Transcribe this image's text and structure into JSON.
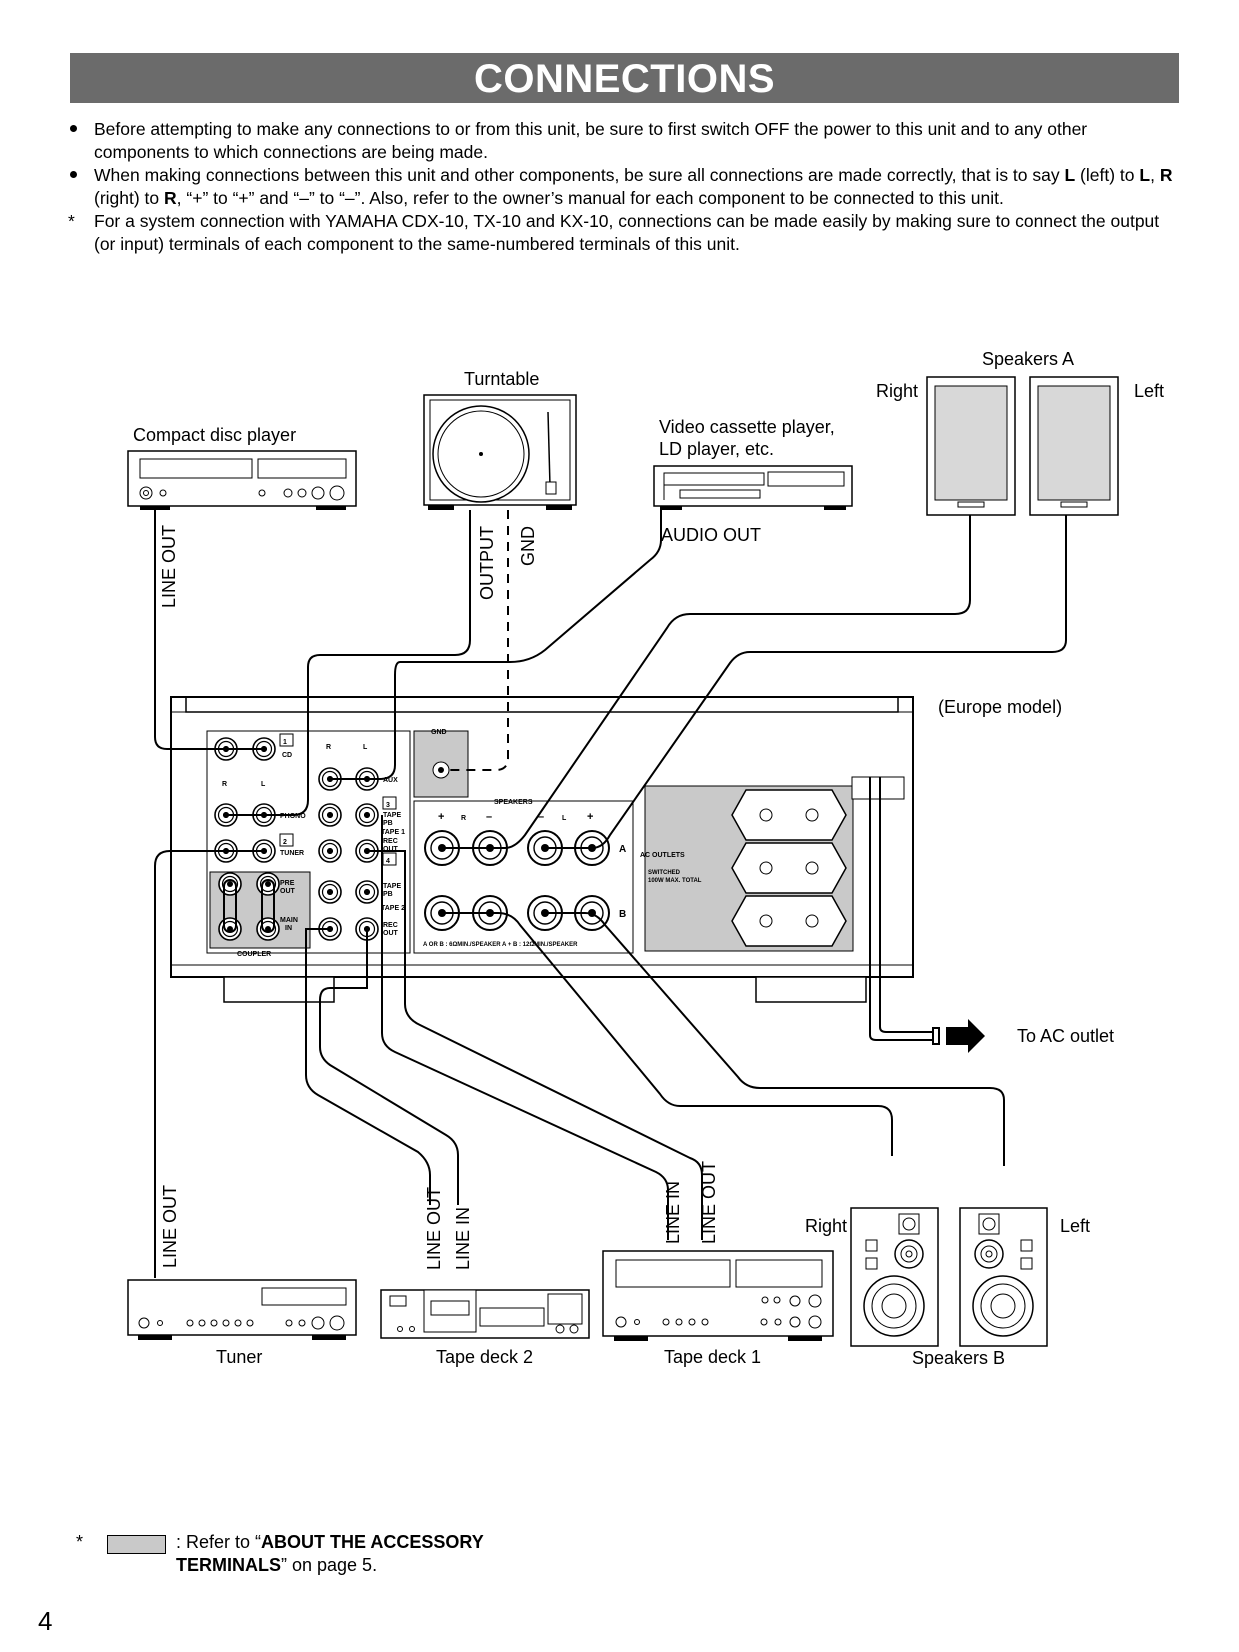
{
  "page": {
    "title": "CONNECTIONS",
    "page_number": "4"
  },
  "notes": [
    {
      "marker": "bullet",
      "segments": [
        {
          "t": "Before attempting to make any connections to or from this unit, be sure to first switch OFF the power to this unit and to any other components to which connections are being made.",
          "b": false
        }
      ]
    },
    {
      "marker": "bullet",
      "segments": [
        {
          "t": "When making connections between this unit and other components, be sure all connections are made correctly, that is to say ",
          "b": false
        },
        {
          "t": "L",
          "b": true
        },
        {
          "t": " (left) to ",
          "b": false
        },
        {
          "t": "L",
          "b": true
        },
        {
          "t": ", ",
          "b": false
        },
        {
          "t": "R",
          "b": true
        },
        {
          "t": " (right) to ",
          "b": false
        },
        {
          "t": "R",
          "b": true
        },
        {
          "t": ", “+” to “+” and “–” to “–”.  Also, refer to the owner’s manual for each component to be connected to this unit.",
          "b": false
        }
      ]
    },
    {
      "marker": "*",
      "segments": [
        {
          "t": "For a system connection with YAMAHA CDX-10, TX-10 and KX-10, connections can be made easily by making sure to connect the output (or input) terminals of each component to the same-numbered terminals of this unit.",
          "b": false
        }
      ]
    }
  ],
  "diagram": {
    "components": {
      "turntable": "Turntable",
      "cd_player": "Compact disc player",
      "vcr_line1": "Video cassette player,",
      "vcr_line2": "LD player, etc.",
      "speakers_a": "Speakers A",
      "right": "Right",
      "left": "Left",
      "europe_model": "(Europe model)",
      "to_ac_outlet": "To AC outlet",
      "tuner": "Tuner",
      "tape_deck_2": "Tape deck 2",
      "tape_deck_1": "Tape deck 1",
      "speakers_b": "Speakers B"
    },
    "cable_labels": {
      "line_out": "LINE OUT",
      "line_in": "LINE IN",
      "output": "OUTPUT",
      "gnd": "GND",
      "audio_out": "AUDIO OUT"
    },
    "panel": {
      "cd": "CD",
      "phono": "PHONO",
      "tuner": "TUNER",
      "aux": "AUX",
      "gnd": "GND",
      "pre_out_1": "PRE",
      "pre_out_2": "OUT",
      "main_in_1": "MAIN",
      "main_in_2": "IN",
      "coupler": "COUPLER",
      "tape_pb": "TAPE",
      "pb": "PB",
      "tape1": "TAPE 1",
      "rec": "REC",
      "out": "OUT",
      "tape2": "TAPE 2",
      "speakers": "SPEAKERS",
      "ac_outlets": "AC OUTLETS",
      "switched": "SWITCHED",
      "watt_total": "100W MAX. TOTAL",
      "impedance_note": "A OR B : 6ΩMIN./SPEAKER    A + B : 12ΩMIN./SPEAKER",
      "num1": "1",
      "num2": "2",
      "num3": "3",
      "num4": "4",
      "r": "R",
      "l": "L",
      "plus": "+",
      "minus": "–",
      "a": "A",
      "b": "B"
    }
  },
  "footnote": {
    "marker": "*",
    "prefix": ": Refer to “",
    "bold": "ABOUT THE ACCESSORY TERMINALS",
    "suffix": "” on page 5."
  },
  "colors": {
    "banner_bg": "#6b6b6b",
    "accessory_gray": "#c9c9c9"
  }
}
